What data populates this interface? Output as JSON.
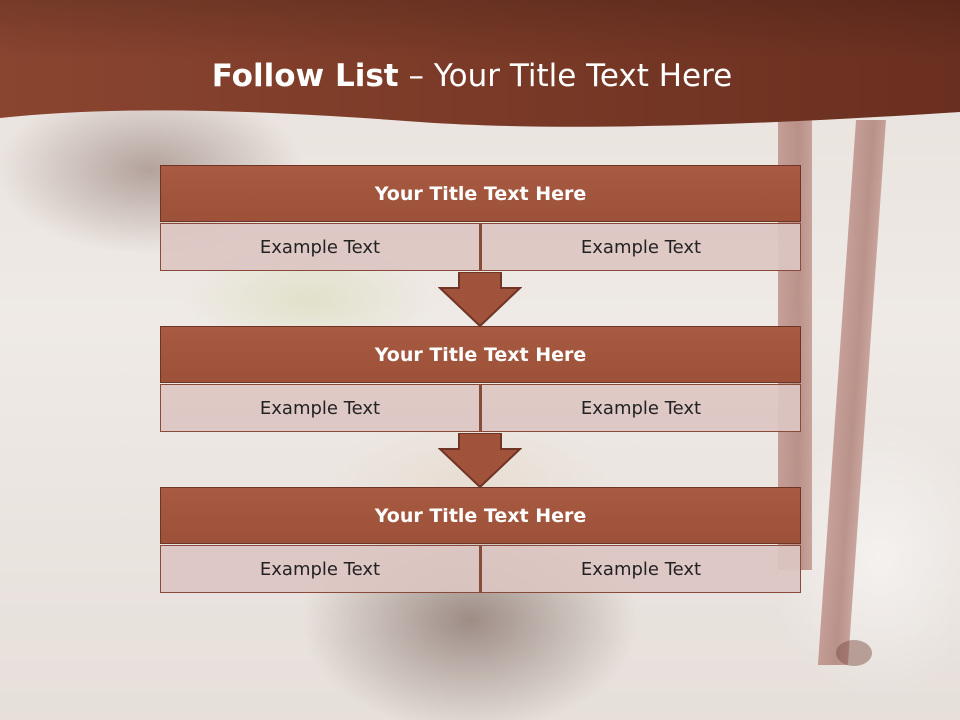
{
  "slide": {
    "title_bold": "Follow List",
    "title_rest": " – Your Title Text Here"
  },
  "blocks": [
    {
      "title": "Your Title Text Here",
      "cells": [
        "Example Text",
        "Example Text"
      ]
    },
    {
      "title": "Your Title Text Here",
      "cells": [
        "Example Text",
        "Example Text"
      ]
    },
    {
      "title": "Your Title Text Here",
      "cells": [
        "Example Text",
        "Example Text"
      ]
    }
  ],
  "colors": {
    "header_brown": "#7a3b28",
    "title_fill": "#a0523a",
    "cell_fill": "#d9c4c0",
    "arrow_fill": "#a0523a"
  }
}
